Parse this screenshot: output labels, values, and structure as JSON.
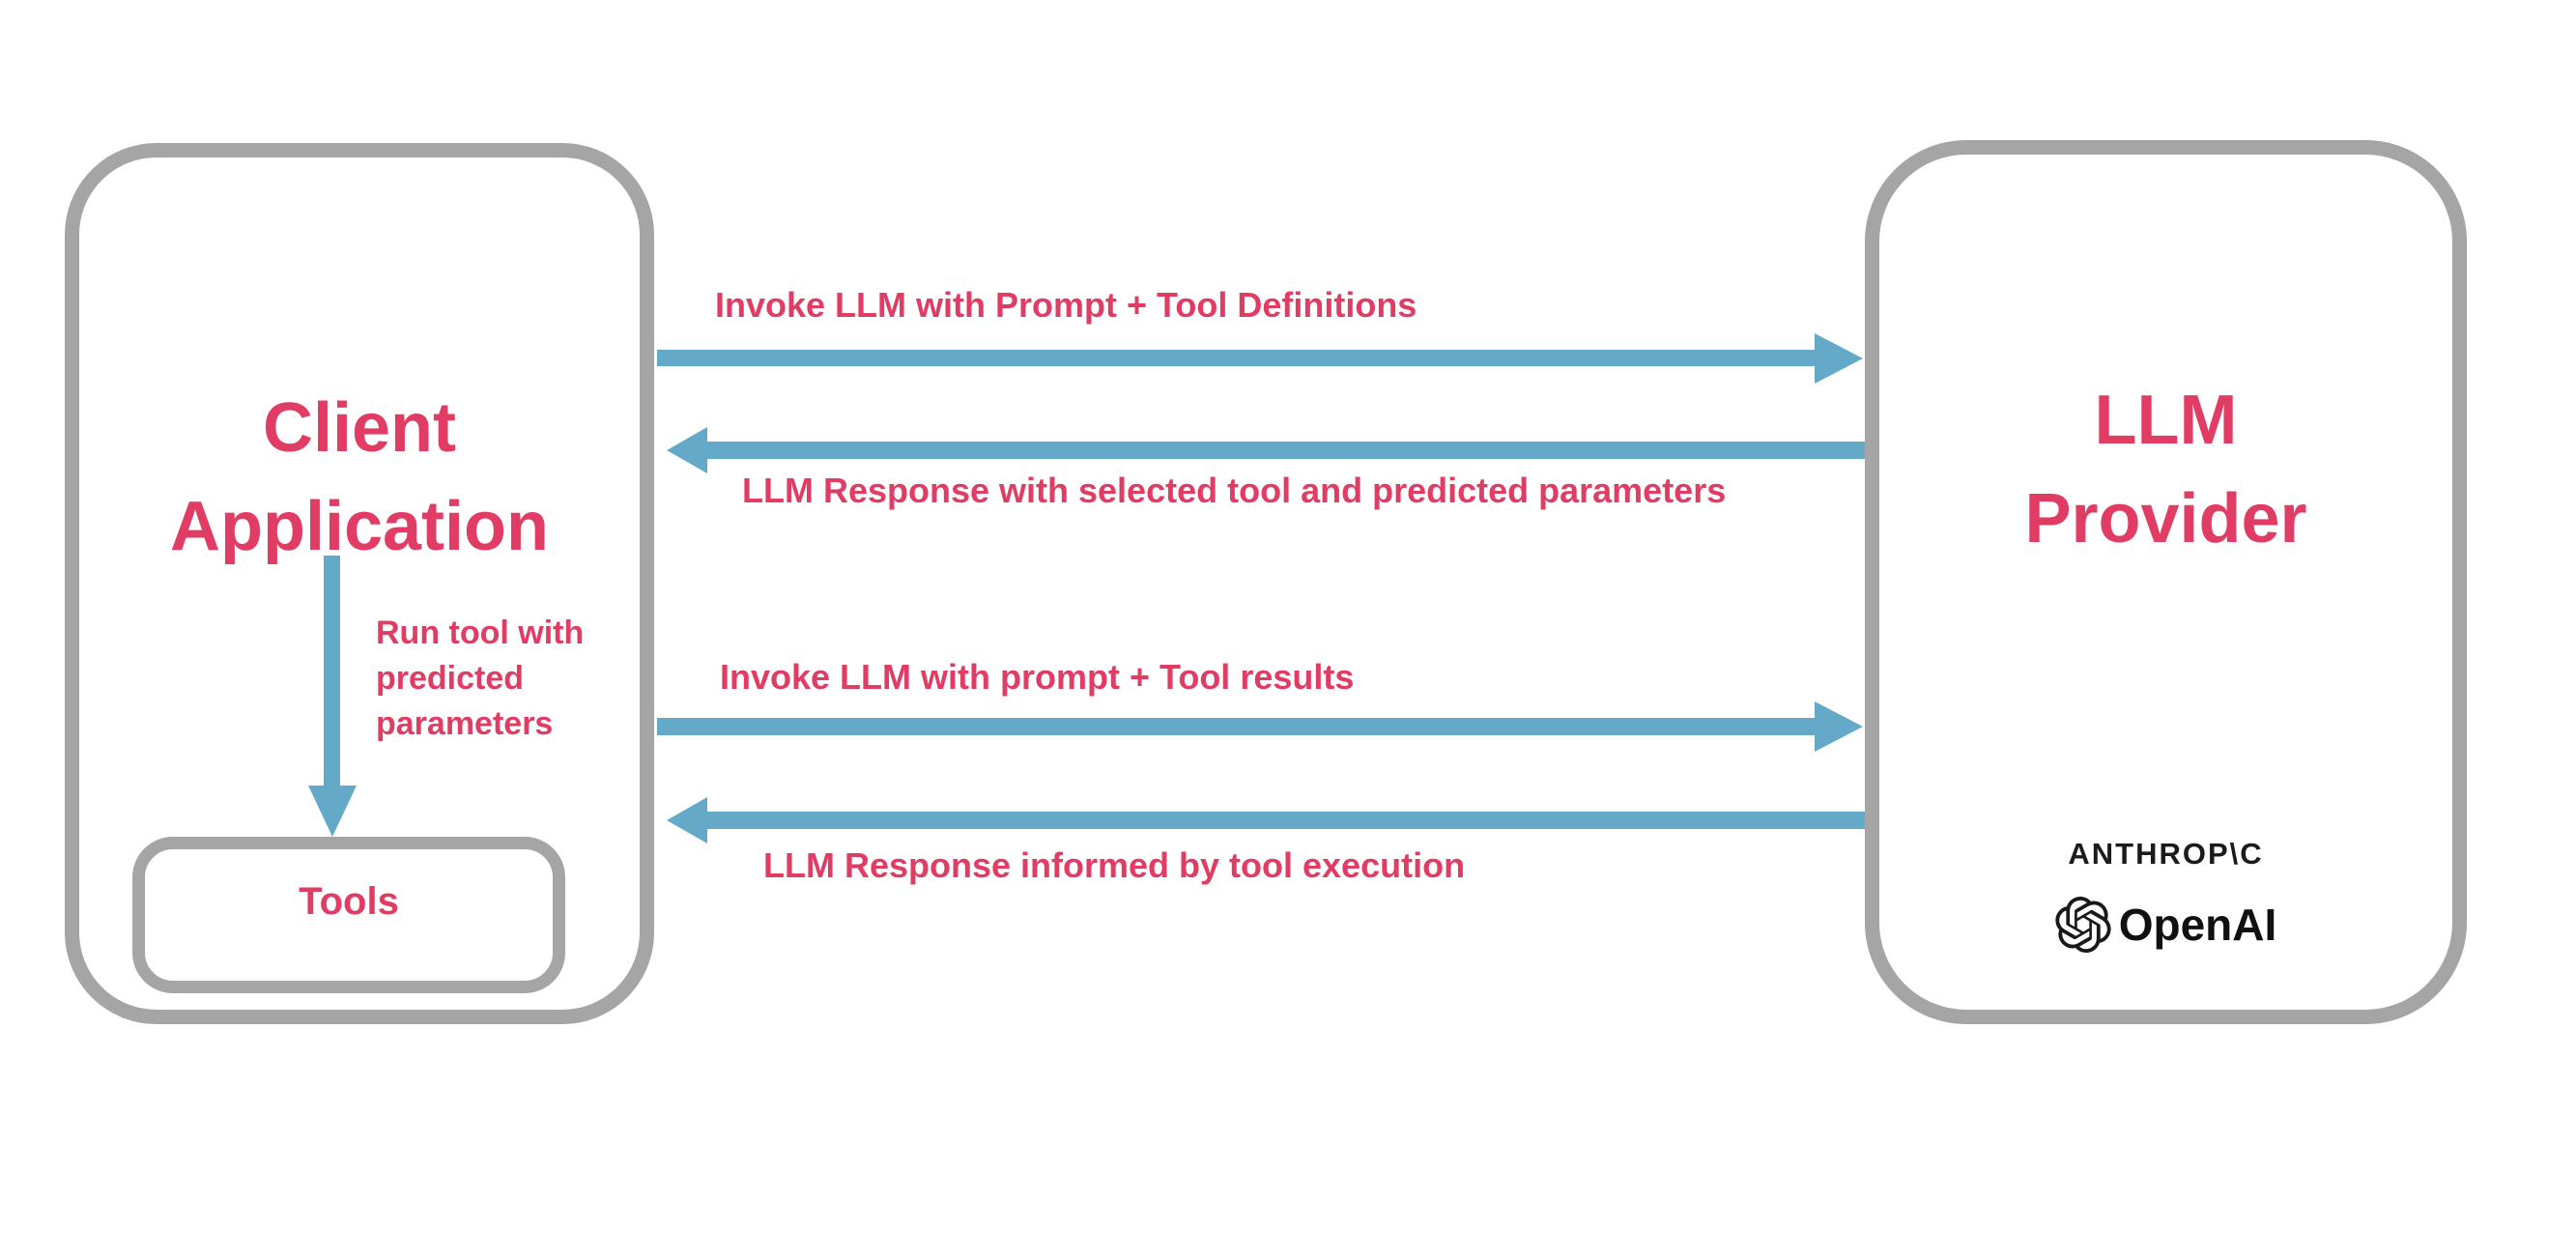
{
  "colors": {
    "label_pink": "#E03C64",
    "arrow_blue": "#64A9C7",
    "box_border_gray": "#A5A5A5",
    "logo_black": "#1B1B1B"
  },
  "client_box": {
    "title_line1": "Client",
    "title_line2": "Application",
    "run_tool_label": "Run tool with\npredicted\nparameters",
    "tools_label": "Tools"
  },
  "provider_box": {
    "title_line1": "LLM",
    "title_line2": "Provider",
    "anthropic_label": "ANTHROP\\C",
    "openai_label": "OpenAI"
  },
  "messages": [
    {
      "label": "Invoke LLM with Prompt + Tool Definitions",
      "direction": "right"
    },
    {
      "label": "LLM Response with selected tool and predicted parameters",
      "direction": "left"
    },
    {
      "label": "Invoke LLM with prompt + Tool results",
      "direction": "right"
    },
    {
      "label": "LLM Response informed by tool execution",
      "direction": "left"
    }
  ]
}
